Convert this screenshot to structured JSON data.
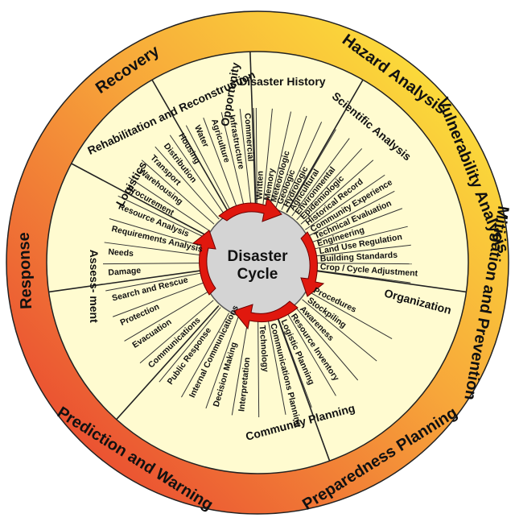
{
  "center": {
    "title_line1": "Disaster",
    "title_line2": "Cycle"
  },
  "colors": {
    "ring_start": "#fdf23a",
    "ring_mid": "#f7a63a",
    "ring_end": "#e6352f",
    "fill": "#fffbd0",
    "center": "#d4d4d4",
    "arrow": "#e0180e"
  },
  "outer_ring": [
    {
      "label": "Hazard Analysis"
    },
    {
      "label": "Vulnerability Analysis"
    },
    {
      "label": "Mitigation and Prevention"
    },
    {
      "label": "Preparedness Planning"
    },
    {
      "label": "Prediction and Warning"
    },
    {
      "label": "Response"
    },
    {
      "label": "Recovery"
    }
  ],
  "sections": {
    "disaster_history": "Disaster History",
    "scientific_analysis": "Scientific Analysis",
    "organization": "Organization",
    "community_planning": "Community Planning",
    "logistics": "Logistics",
    "assessment": "Assess- ment",
    "rehabilitation": "Rehabilitation and Reconstruction",
    "opportunity": "Opportunity"
  },
  "items": [
    "Written",
    "Memory",
    "Meteorologic",
    "Geologic",
    "Hydrologic",
    "Agricultural",
    "Environmental",
    "Epidemiologic",
    "Historical Record",
    "Community Experience",
    "Technical Evaluation",
    "Engineering",
    "Land Use Regulation",
    "Building Standards",
    "Crop / Cycle Adjustment",
    "Procedures",
    "Stockpiling",
    "Awareness",
    "Resource Inventory",
    "Logistic Planning",
    "Communications Planning",
    "Technology",
    "Interpretation",
    "Decision Making",
    "Internal Communications",
    "Public Response",
    "Communications",
    "Evacuation",
    "Protection",
    "Search and Rescue",
    "Damage",
    "Needs",
    "Requirements Analysis",
    "Resource Analysis",
    "Procurement",
    "Warehousing",
    "Transport",
    "Distribution",
    "Housing",
    "Water",
    "Agriculture",
    "Infrastructure",
    "Commercial"
  ]
}
